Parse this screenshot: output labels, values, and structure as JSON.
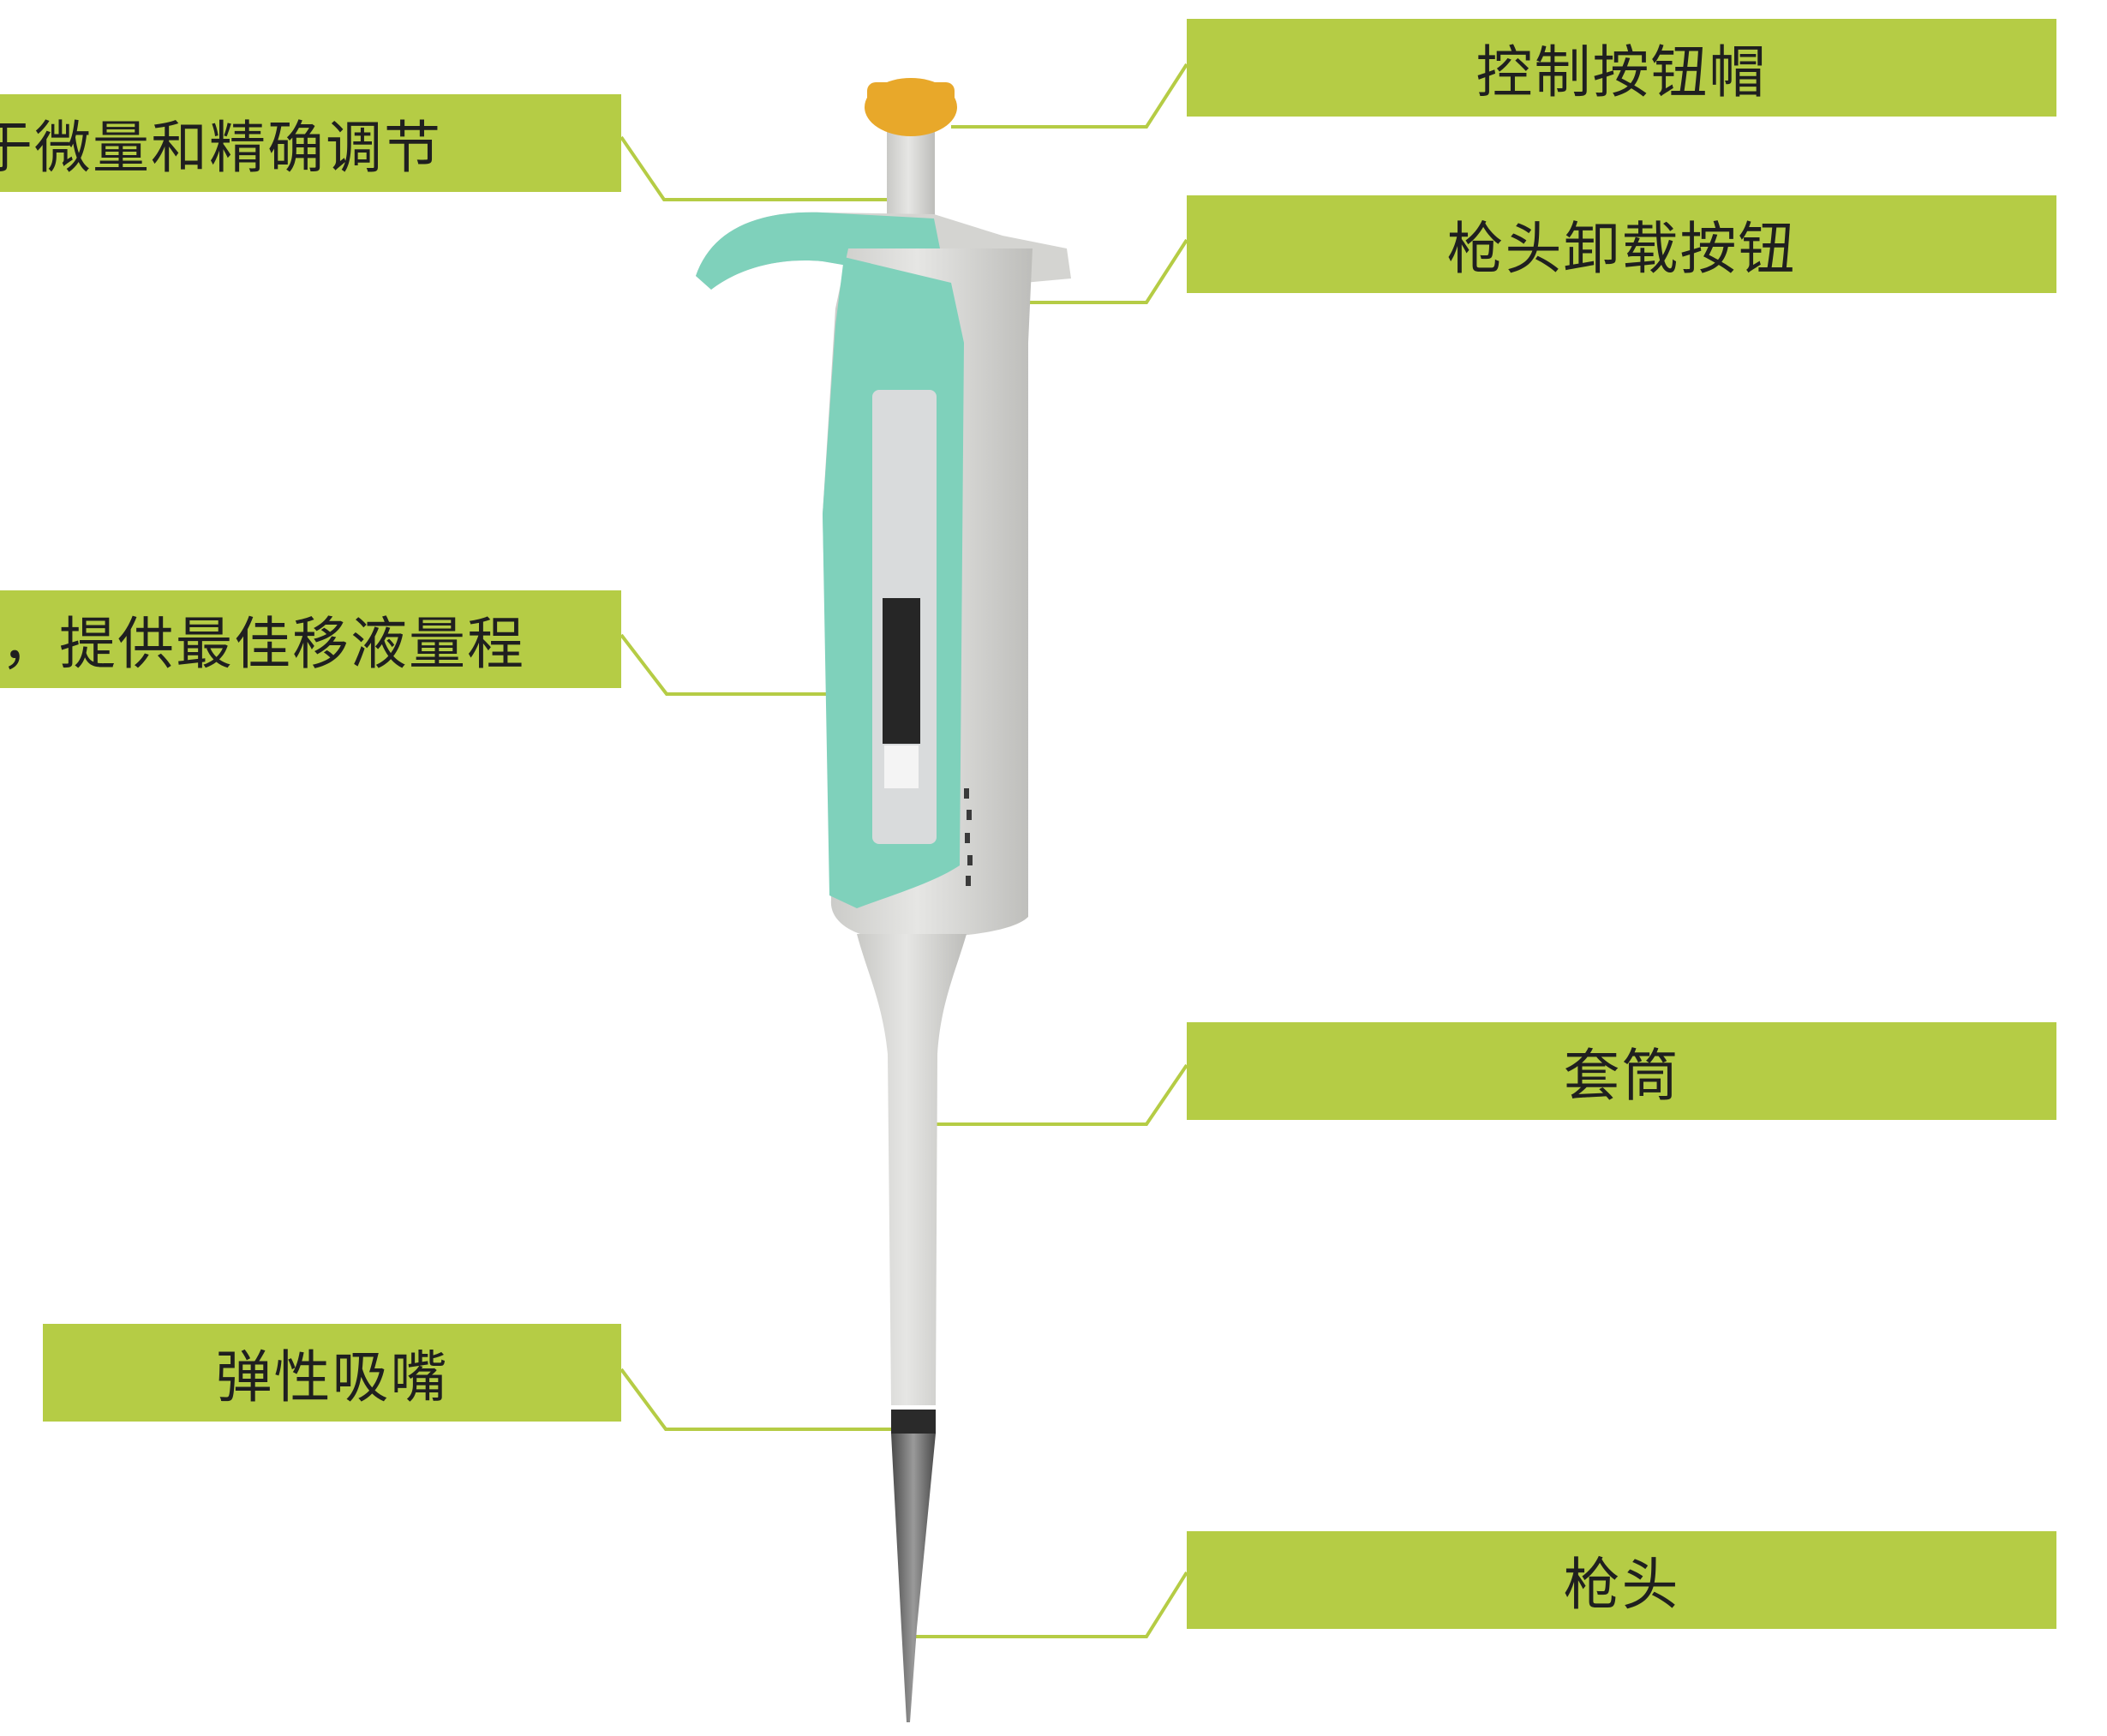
{
  "colors": {
    "label_fill": "#b5cc45",
    "leader_line": "#b5cc45",
    "body_grey": "#dcdcda",
    "grip_teal": "#7fd1bb",
    "cap_orange": "#e8a82a",
    "display_black": "#262626",
    "tip_dark": "#6b6b6b"
  },
  "labels": {
    "left": {
      "adjust": "于微量和精确调节",
      "range": "x，提供最佳移液量程",
      "seal": "弹性吸嘴"
    },
    "right": {
      "cap": "控制按钮帽",
      "eject": "枪头卸载按钮",
      "sleeve": "套筒",
      "tip": "枪头"
    }
  }
}
